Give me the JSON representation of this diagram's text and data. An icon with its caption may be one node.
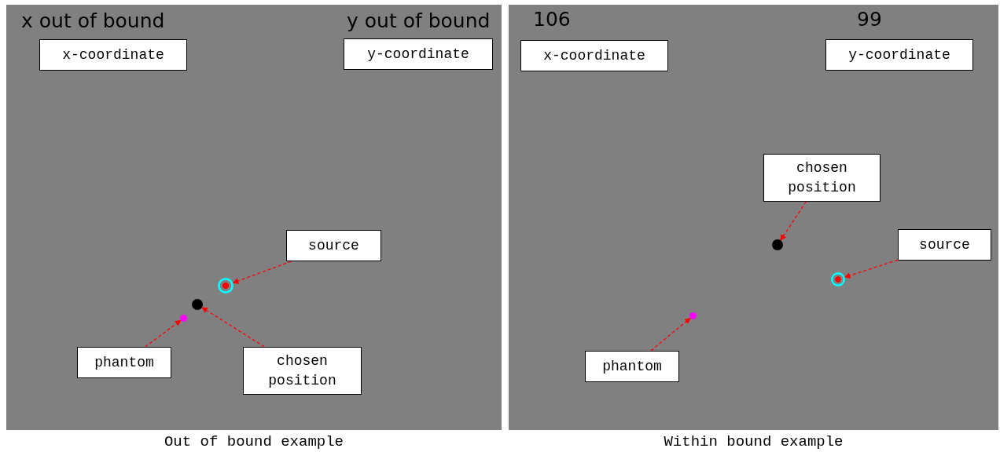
{
  "diagram": {
    "nodes": [
      {
        "text": [
          "Out of bound example"
        ]
      },
      {
        "text": [
          "x-coordinate"
        ],
        "in": 0
      },
      {
        "text": [
          "y-coordinate"
        ],
        "in": 0
      },
      {
        "text": [
          "source"
        ],
        "in": 0
      },
      {
        "text": [
          "phantom"
        ],
        "in": 0
      },
      {
        "text": [
          "chosen position"
        ],
        "in": 0
      },
      {
        "text": [],
        "shape": "circle",
        "in": 0
      },
      {
        "text": [],
        "shape": "circle",
        "in": 0
      },
      {
        "text": [],
        "shape": "circle",
        "in": 0
      },
      {
        "text": [
          "Within bound example"
        ]
      },
      {
        "text": [
          "x-coordinate"
        ],
        "in": 9
      },
      {
        "text": [
          "y-coordinate"
        ],
        "in": 9
      },
      {
        "text": [
          "chosen position"
        ],
        "in": 9
      },
      {
        "text": [
          "source"
        ],
        "in": 9
      },
      {
        "text": [
          "phantom"
        ],
        "in": 9
      },
      {
        "text": [],
        "shape": "circle",
        "in": 9
      },
      {
        "text": [],
        "shape": "circle",
        "in": 9
      },
      {
        "text": [],
        "shape": "circle",
        "in": 9
      }
    ],
    "edges": [
      {
        "from": 3,
        "to": 6,
        "arrow": "to",
        "style": "dashed"
      },
      {
        "from": 4,
        "to": 8,
        "arrow": "to",
        "style": "dashed"
      },
      {
        "from": 5,
        "to": 7,
        "arrow": "to",
        "style": "dashed"
      },
      {
        "from": 12,
        "to": 15,
        "arrow": "to",
        "style": "dashed"
      },
      {
        "from": 13,
        "to": 16,
        "arrow": "to",
        "style": "dashed"
      },
      {
        "from": 14,
        "to": 17,
        "arrow": "to",
        "style": "dashed"
      }
    ],
    "labels": [
      "x out of bound",
      "y out of bound",
      "106",
      "99"
    ]
  }
}
